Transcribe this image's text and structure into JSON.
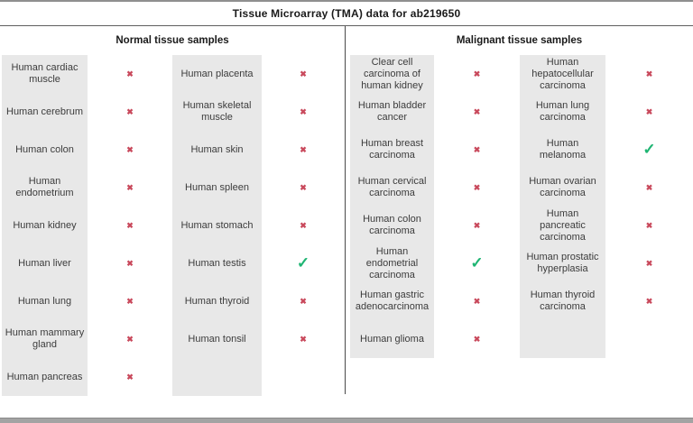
{
  "title": "Tissue Microarray (TMA) data for ab219650",
  "marks": {
    "negative": "✖",
    "positive": "✓"
  },
  "colors": {
    "negative": "#c9495c",
    "positive": "#1fb573",
    "cell_bg": "#e8e8e8"
  },
  "sections": [
    {
      "label": "Normal tissue samples",
      "columns": [
        {
          "rows": [
            {
              "name": "Human cardiac muscle",
              "result": "negative"
            },
            {
              "name": "Human cerebrum",
              "result": "negative"
            },
            {
              "name": "Human colon",
              "result": "negative"
            },
            {
              "name": "Human endometrium",
              "result": "negative"
            },
            {
              "name": "Human kidney",
              "result": "negative"
            },
            {
              "name": "Human liver",
              "result": "negative"
            },
            {
              "name": "Human lung",
              "result": "negative"
            },
            {
              "name": "Human mammary gland",
              "result": "negative"
            },
            {
              "name": "Human pancreas",
              "result": "negative"
            }
          ]
        },
        {
          "rows": [
            {
              "name": "Human placenta",
              "result": "negative"
            },
            {
              "name": "Human skeletal muscle",
              "result": "negative"
            },
            {
              "name": "Human skin",
              "result": "negative"
            },
            {
              "name": "Human spleen",
              "result": "negative"
            },
            {
              "name": "Human stomach",
              "result": "negative"
            },
            {
              "name": "Human testis",
              "result": "positive"
            },
            {
              "name": "Human thyroid",
              "result": "negative"
            },
            {
              "name": "Human tonsil",
              "result": "negative"
            }
          ]
        }
      ]
    },
    {
      "label": "Malignant tissue samples",
      "columns": [
        {
          "rows": [
            {
              "name": "Clear cell carcinoma of human kidney",
              "result": "negative"
            },
            {
              "name": "Human bladder cancer",
              "result": "negative"
            },
            {
              "name": "Human breast carcinoma",
              "result": "negative"
            },
            {
              "name": "Human cervical carcinoma",
              "result": "negative"
            },
            {
              "name": "Human colon carcinoma",
              "result": "negative"
            },
            {
              "name": "Human endometrial carcinoma",
              "result": "positive"
            },
            {
              "name": "Human gastric adenocarcinoma",
              "result": "negative"
            },
            {
              "name": "Human glioma",
              "result": "negative"
            }
          ]
        },
        {
          "rows": [
            {
              "name": "Human hepatocellular carcinoma",
              "result": "negative"
            },
            {
              "name": "Human lung carcinoma",
              "result": "negative"
            },
            {
              "name": "Human melanoma",
              "result": "positive"
            },
            {
              "name": "Human ovarian carcinoma",
              "result": "negative"
            },
            {
              "name": "Human pancreatic carcinoma",
              "result": "negative"
            },
            {
              "name": "Human prostatic hyperplasia",
              "result": "negative"
            },
            {
              "name": "Human thyroid carcinoma",
              "result": "negative"
            }
          ]
        }
      ]
    }
  ]
}
